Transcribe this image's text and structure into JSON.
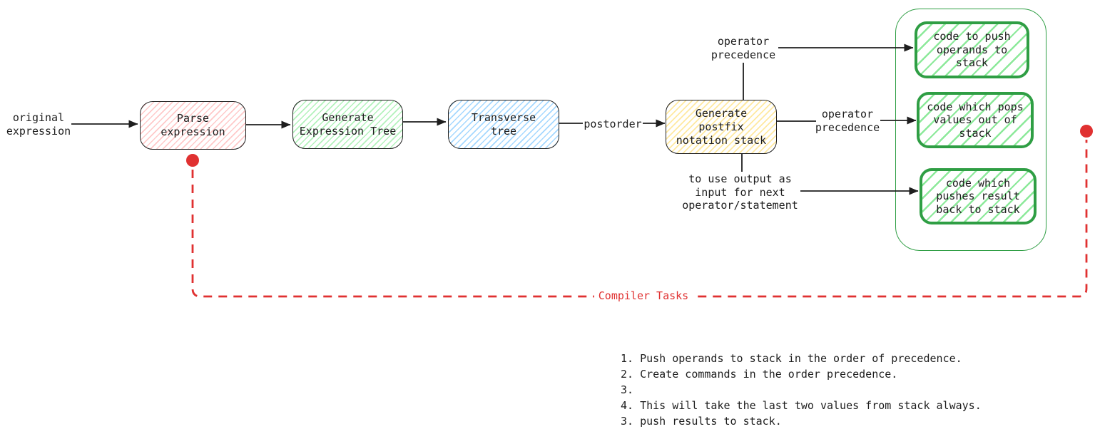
{
  "colors": {
    "stroke": "#1e1e1e",
    "red": "#e03131",
    "green": "#2f9e44",
    "pink-hatch": "#ffc9c9",
    "green-hatch": "#b2f2bb",
    "blue-hatch": "#a5d8ff",
    "yellow-hatch": "#ffe9a0",
    "code-hatch": "#8ce99a"
  },
  "nodes": {
    "parse": {
      "label": "Parse\nexpression"
    },
    "generate_tree": {
      "label": "Generate\nExpression Tree"
    },
    "transverse": {
      "label": "Transverse\ntree"
    },
    "postfix": {
      "label": "Generate\npostfix\nnotation stack"
    },
    "code_push": {
      "label": "code to push\noperands to\nstack"
    },
    "code_pop": {
      "label": "code which pops\nvalues out of\nstack"
    },
    "code_result": {
      "label": "code which\npushes result\nback to stack"
    }
  },
  "edge_labels": {
    "input": "original\nexpression",
    "postorder": "postorder",
    "op_precedence_top": "operator\nprecedence",
    "op_precedence_mid": "operator\nprecedence",
    "output_reuse": "to use output as\ninput for next\noperator/statement",
    "compiler_tasks": "Compiler Tasks"
  },
  "notes": [
    "1. Push operands to stack in the order of precedence.",
    "2. Create commands in the order precedence.",
    "3.",
    "4. This will take the last two values from stack always.",
    "3. push results to stack."
  ]
}
